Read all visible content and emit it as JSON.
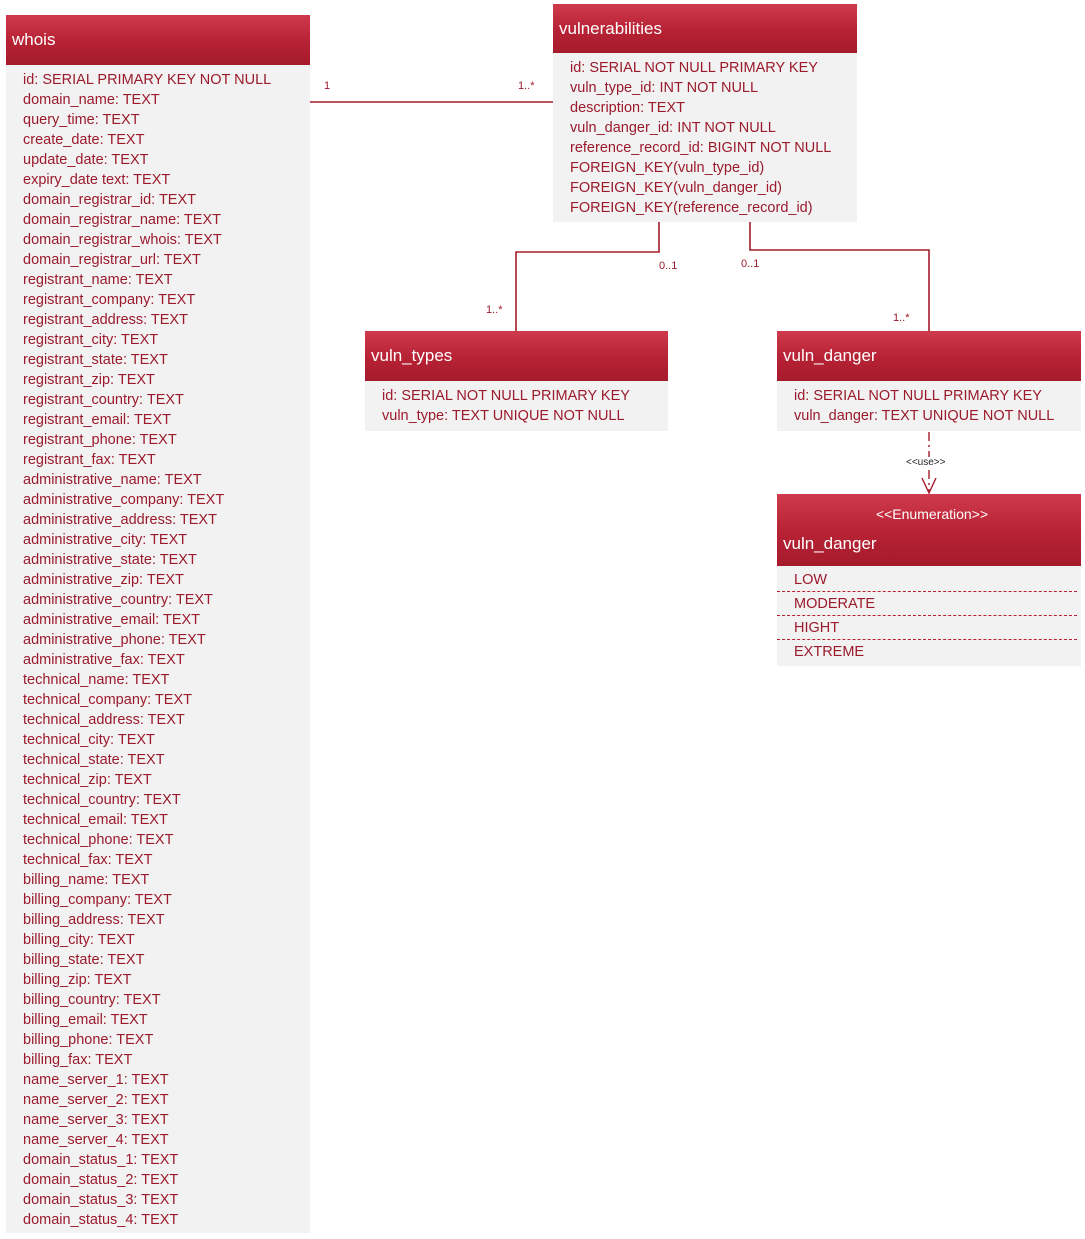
{
  "whois": {
    "title": "whois",
    "attributes": [
      "id: SERIAL PRIMARY KEY NOT NULL",
      "domain_name: TEXT",
      "query_time: TEXT",
      "create_date: TEXT",
      "update_date: TEXT",
      "expiry_date text: TEXT",
      "domain_registrar_id: TEXT",
      "domain_registrar_name: TEXT",
      "domain_registrar_whois: TEXT",
      "domain_registrar_url: TEXT",
      "registrant_name: TEXT",
      "registrant_company: TEXT",
      "registrant_address: TEXT",
      "registrant_city: TEXT",
      "registrant_state: TEXT",
      "registrant_zip: TEXT",
      "registrant_country: TEXT",
      "registrant_email: TEXT",
      "registrant_phone: TEXT",
      "registrant_fax: TEXT",
      "administrative_name: TEXT",
      "administrative_company: TEXT",
      "administrative_address: TEXT",
      "administrative_city: TEXT",
      "administrative_state: TEXT",
      "administrative_zip: TEXT",
      "administrative_country: TEXT",
      "administrative_email: TEXT",
      "administrative_phone: TEXT",
      "administrative_fax: TEXT",
      "technical_name: TEXT",
      "technical_company: TEXT",
      "technical_address: TEXT",
      "technical_city: TEXT",
      "technical_state: TEXT",
      "technical_zip: TEXT",
      "technical_country: TEXT",
      "technical_email: TEXT",
      "technical_phone: TEXT",
      "technical_fax: TEXT",
      "billing_name: TEXT",
      "billing_company: TEXT",
      "billing_address: TEXT",
      "billing_city: TEXT",
      "billing_state: TEXT",
      "billing_zip: TEXT",
      "billing_country: TEXT",
      "billing_email: TEXT",
      "billing_phone: TEXT",
      "billing_fax: TEXT",
      "name_server_1: TEXT",
      "name_server_2: TEXT",
      "name_server_3: TEXT",
      "name_server_4: TEXT",
      "domain_status_1: TEXT",
      "domain_status_2: TEXT",
      "domain_status_3: TEXT",
      "domain_status_4: TEXT"
    ]
  },
  "vulnerabilities": {
    "title": "vulnerabilities",
    "attributes": [
      "id: SERIAL NOT NULL PRIMARY KEY",
      "vuln_type_id: INT NOT NULL",
      "description: TEXT",
      "vuln_danger_id: INT NOT NULL",
      "reference_record_id: BIGINT NOT NULL",
      "FOREIGN_KEY(vuln_type_id)",
      "FOREIGN_KEY(vuln_danger_id)",
      "FOREIGN_KEY(reference_record_id)"
    ]
  },
  "vuln_types": {
    "title": "vuln_types",
    "attributes": [
      "id: SERIAL NOT NULL PRIMARY KEY",
      "vuln_type: TEXT UNIQUE NOT NULL"
    ]
  },
  "vuln_danger": {
    "title": "vuln_danger",
    "attributes": [
      "id: SERIAL NOT NULL PRIMARY KEY",
      "vuln_danger: TEXT UNIQUE NOT NULL"
    ]
  },
  "enum_vuln_danger": {
    "stereotype": "<<Enumeration>>",
    "title": "vuln_danger",
    "literals": [
      "LOW",
      "MODERATE",
      "HIGHT",
      "EXTREME"
    ]
  },
  "relations": {
    "whois_vuln": {
      "source_mult": "1",
      "target_mult": "1..*"
    },
    "vuln_types": {
      "source_mult": "0..1",
      "target_mult": "1..*"
    },
    "vuln_danger": {
      "source_mult": "0..1",
      "target_mult": "1..*"
    },
    "use_label": "<<use>>"
  },
  "colors": {
    "header": "#b62234",
    "attribute_text": "#9b1a2c",
    "body_fill": "#f2f2f2",
    "connector": "#a51b2c"
  }
}
